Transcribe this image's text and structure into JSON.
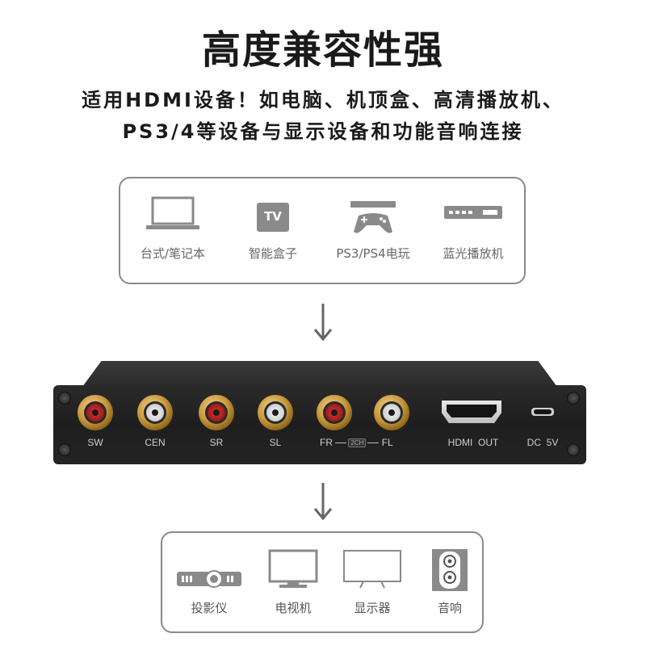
{
  "header": {
    "title": "高度兼容性强",
    "subtitle_line1": "适用HDMI设备！如电脑、机顶盒、高清播放机、",
    "subtitle_line2": "PS3/4等设备与显示设备和功能音响连接"
  },
  "sources": [
    {
      "label": "台式/笔记本",
      "icon": "laptop-icon"
    },
    {
      "label": "智能盒子",
      "icon": "tv-box-icon",
      "badge": "TV"
    },
    {
      "label": "PS3/PS4电玩",
      "icon": "game-console-icon"
    },
    {
      "label": "蓝光播放机",
      "icon": "bluray-player-icon"
    }
  ],
  "device": {
    "ports": [
      {
        "label": "SW",
        "color": "red"
      },
      {
        "label": "CEN",
        "color": "white"
      },
      {
        "label": "SR",
        "color": "red"
      },
      {
        "label": "SL",
        "color": "white"
      },
      {
        "label": "FR",
        "color": "red"
      },
      {
        "label": "FL",
        "color": "white"
      }
    ],
    "ch_label": "2CH",
    "hdmi_label": "HDMI  OUT",
    "dc_label": "DC  5V"
  },
  "outputs": [
    {
      "label": "投影仪",
      "icon": "projector-icon"
    },
    {
      "label": "电视机",
      "icon": "tv-icon"
    },
    {
      "label": "显示器",
      "icon": "monitor-icon"
    },
    {
      "label": "音响",
      "icon": "speaker-icon"
    }
  ],
  "colors": {
    "icon_gray": "#8a8a8a",
    "panel_border": "#8a8a8a",
    "rca_red": "#a01818",
    "rca_gold": "#c99a3e"
  }
}
